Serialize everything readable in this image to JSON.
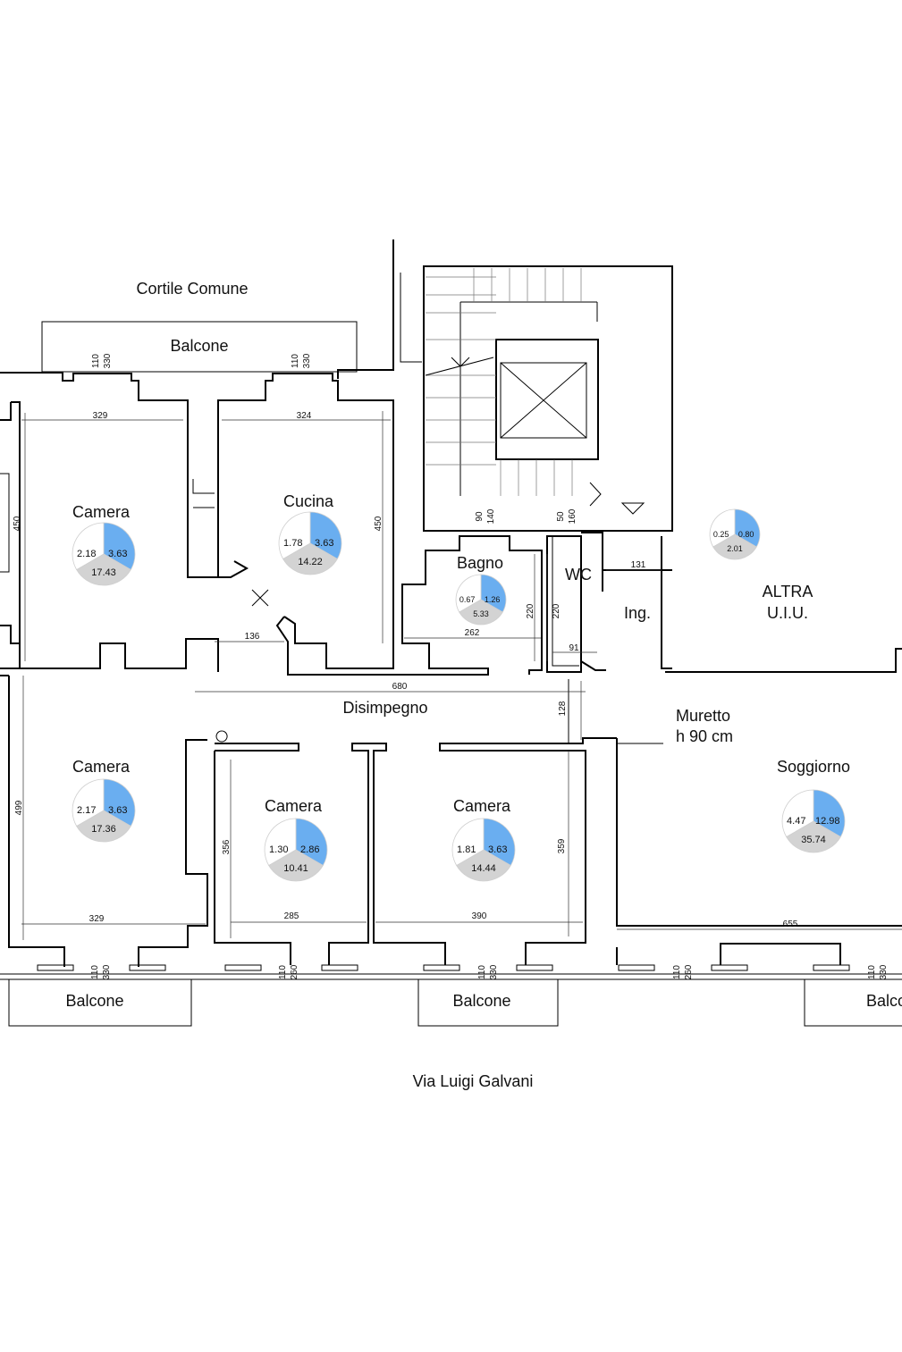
{
  "colors": {
    "pie_blue": "#6aaef0",
    "pie_grey": "#d3d3d3",
    "pie_white": "#ffffff"
  },
  "labels": {
    "cortile": "Cortile Comune",
    "balcone_top": "Balcone",
    "altra_line1": "ALTRA",
    "altra_line2": "U.I.U.",
    "disimpegno": "Disimpegno",
    "muretto_line1": "Muretto",
    "muretto_line2": "h 90 cm",
    "ingresso": "Ing.",
    "street": "Via Luigi Galvani",
    "balcone_b1": "Balcone",
    "balcone_b2": "Balcone",
    "balcone_b3": "Balco"
  },
  "rooms": [
    {
      "name": "Camera",
      "pie": [
        "2.18",
        "3.63",
        "17.43"
      ]
    },
    {
      "name": "Cucina",
      "pie": [
        "1.78",
        "3.63",
        "14.22"
      ]
    },
    {
      "name": "Bagno",
      "pie": [
        "0.67",
        "1.26",
        "5.33"
      ]
    },
    {
      "name": "WC"
    },
    {
      "name": "Camera",
      "pie": [
        "2.17",
        "3.63",
        "17.36"
      ]
    },
    {
      "name": "Camera",
      "pie": [
        "1.30",
        "2.86",
        "10.41"
      ]
    },
    {
      "name": "Camera",
      "pie": [
        "1.81",
        "3.63",
        "14.44"
      ]
    },
    {
      "name": "Soggiorno",
      "pie": [
        "4.47",
        "12.98",
        "35.74"
      ]
    }
  ],
  "altra_pie": [
    "0.25",
    "0.80",
    "2.01"
  ],
  "dimensions": {
    "d_329a": "329",
    "d_324": "324",
    "d_450a": "450",
    "d_450b": "450",
    "d_136": "136",
    "d_262": "262",
    "d_220a": "220",
    "d_220b": "220",
    "d_91": "91",
    "d_131": "131",
    "d_680": "680",
    "d_128": "128",
    "d_499": "499",
    "d_329b": "329",
    "d_356": "356",
    "d_285": "285",
    "d_359": "359",
    "d_390": "390",
    "d_655": "655"
  },
  "window_marks": [
    [
      "110",
      "330"
    ],
    [
      "110",
      "330"
    ],
    [
      "90",
      "140"
    ],
    [
      "50",
      "160"
    ],
    [
      "110",
      "330"
    ],
    [
      "110",
      "260"
    ],
    [
      "110",
      "330"
    ],
    [
      "110",
      "260"
    ],
    [
      "110",
      "330"
    ]
  ]
}
